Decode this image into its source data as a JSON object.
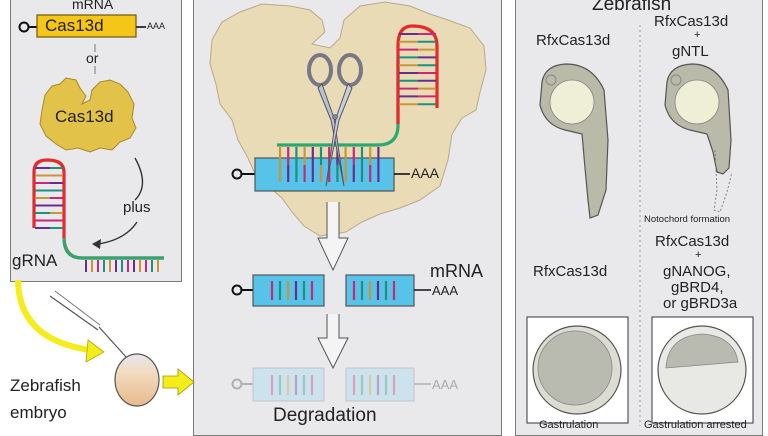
{
  "left_panel": {
    "mrna_label": "mRNA",
    "cas13d_gene_label": "Cas13d",
    "polya_label": "AAA",
    "or_label": "or",
    "cas13d_protein_label": "Cas13d",
    "plus_label": "plus",
    "grna_label": "gRNA"
  },
  "injection": {
    "embryo_label_line1": "Zebrafish",
    "embryo_label_line2": "embryo"
  },
  "middle_panel": {
    "polya_top": "AAA",
    "mrna_label": "mRNA",
    "polya_cleaved": "AAA",
    "polya_degraded": "AAA",
    "degradation_label": "Degradation"
  },
  "right_panel": {
    "title": "Zebrafish",
    "control_top_label": "RfxCas13d",
    "treated_top_line1": "RfxCas13d",
    "treated_top_plus": "+",
    "treated_top_line2": "gNTL",
    "notochord_caption": "Notochord formation",
    "control_bottom_label": "RfxCas13d",
    "treated_bottom_line1": "RfxCas13d",
    "treated_bottom_plus": "+",
    "treated_bottom_line2": "gNANOG,",
    "treated_bottom_line3": "gBRD4,",
    "treated_bottom_line4": "or gBRD3a",
    "control_bottom_caption": "Gastrulation",
    "treated_bottom_caption": "Gastrulation arrested"
  },
  "colors": {
    "cas13d_yellow": "#f5c518",
    "protein_gold": "#e3c24a",
    "protein_tan": "#e8dbb5",
    "mrna_blue": "#57c3e8",
    "grna_red": "#e42a2a",
    "grna_green": "#2ca870",
    "arrow_yellow": "#f5ec1c",
    "base_purple": "#6a2d8f",
    "base_magenta": "#c8287a",
    "base_teal": "#1f8f80",
    "base_tan": "#c9953a"
  }
}
